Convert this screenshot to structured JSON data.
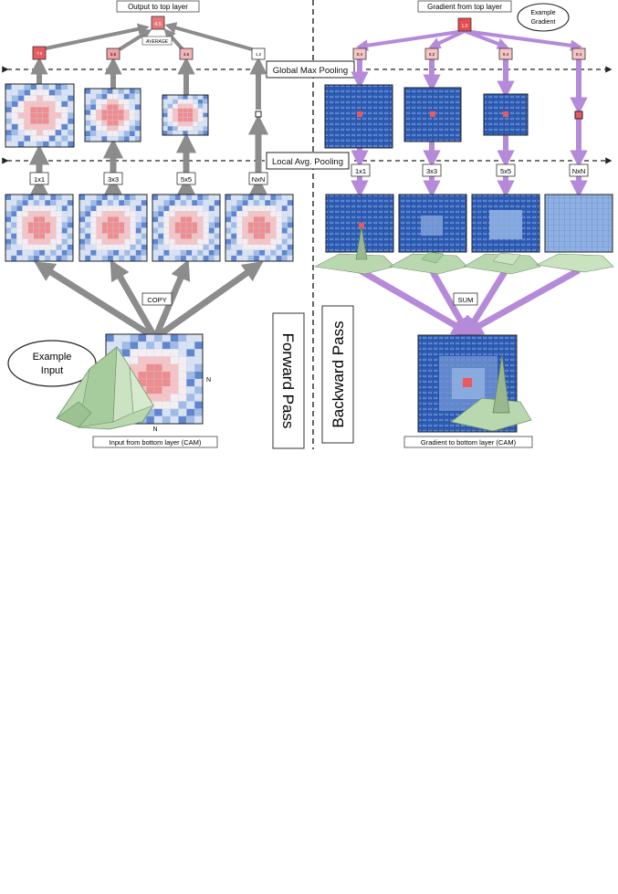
{
  "forward": {
    "output_label": "Output to top layer",
    "output_value": "4.5",
    "average_label": "AVERAGE",
    "max_values": [
      "7.6",
      "3.6",
      "4.6",
      "1.2"
    ],
    "input_label": "Input from bottom layer (CAM)",
    "copy_label": "COPY",
    "example_input": [
      "Example",
      "Input"
    ],
    "n_right": "N",
    "n_bottom": "N",
    "pass_title": "Forward Pass"
  },
  "backward": {
    "gradient_top_label": "Gradient from top layer",
    "gradient_top_value": "1.0",
    "example_gradient": [
      "Example",
      "Gradient"
    ],
    "split_values": [
      "0.4",
      "0.2",
      "0.4",
      "0.4"
    ],
    "sum_label": "SUM",
    "bottom_label": "Gradient to bottom layer (CAM)",
    "pass_title": "Backward Pass"
  },
  "global_max_label": "Global Max Pooling",
  "local_avg_label": "Local Avg. Pooling",
  "kernel_labels": [
    "1x1",
    "3x3",
    "5x5",
    "NxN"
  ],
  "colors": {
    "forward_arrow": "#8c8c8c",
    "backward_arrow": "#b58ad9",
    "blue_dark": "#2f5fb8",
    "blue_mid": "#7a9fd8",
    "red_peak": "#e86a6a",
    "terrain": "#b9d8b0"
  }
}
